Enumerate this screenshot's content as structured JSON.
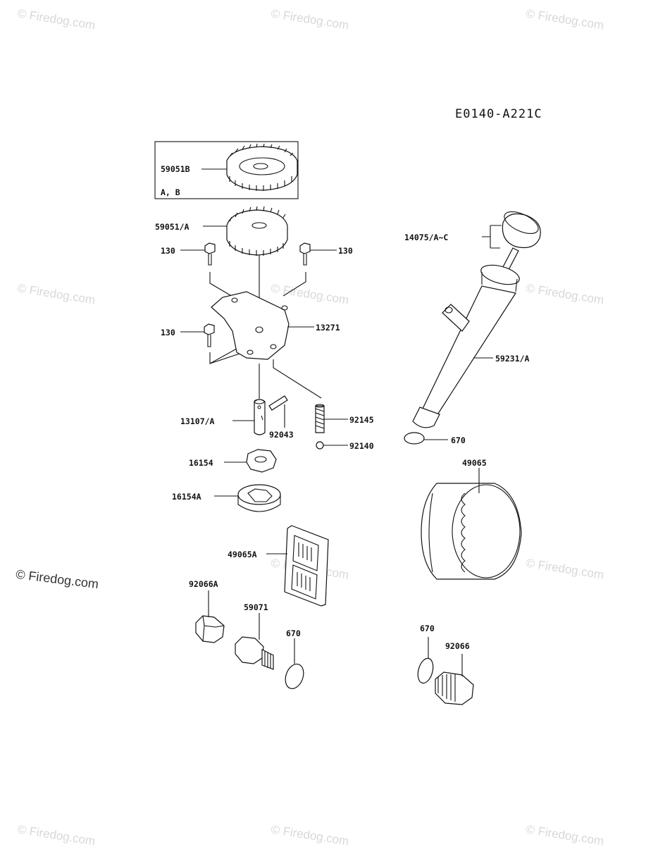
{
  "diagram_ref": "E0140-A221C",
  "watermark": "© Firedog.com",
  "labels": {
    "p59051B": "59051B",
    "ab": "A, B",
    "p59051A": "59051/A",
    "p130a": "130",
    "p130b": "130",
    "p130c": "130",
    "p13271": "13271",
    "p13107A": "13107/A",
    "p92043": "92043",
    "p92145": "92145",
    "p92140": "92140",
    "p16154": "16154",
    "p16154A": "16154A",
    "p49065A": "49065A",
    "p92066A": "92066A",
    "p59071": "59071",
    "p670a": "670",
    "p14075": "14075/A~C",
    "p59231": "59231/A",
    "p670b": "670",
    "p49065": "49065",
    "p670c": "670",
    "p92066": "92066"
  }
}
